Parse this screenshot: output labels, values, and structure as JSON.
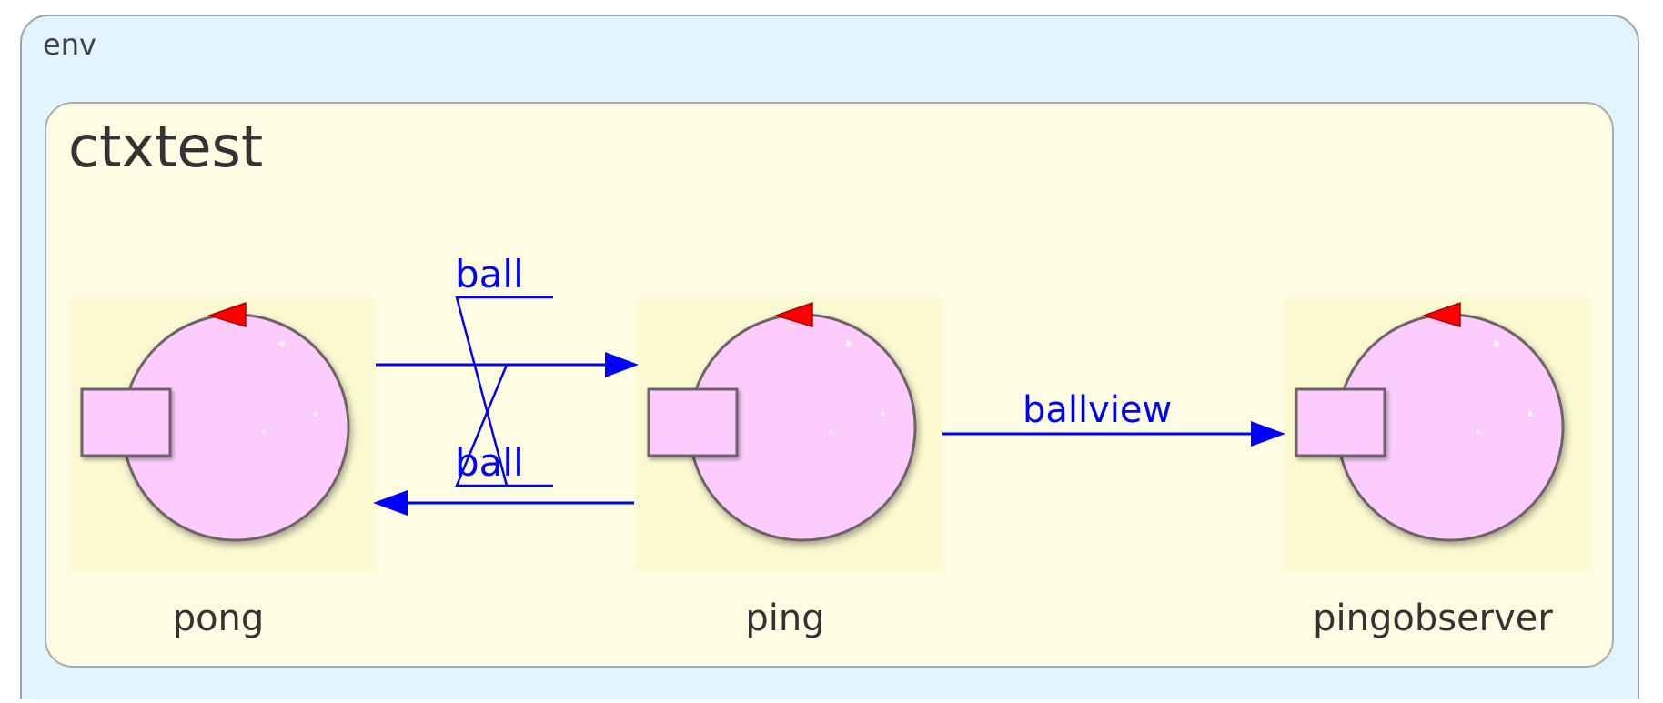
{
  "env": {
    "label": "env"
  },
  "context": {
    "label": "ctxtest"
  },
  "actors": [
    {
      "id": "pong",
      "label": "pong"
    },
    {
      "id": "ping",
      "label": "ping"
    },
    {
      "id": "pingobserver",
      "label": "pingobserver"
    }
  ],
  "channels": [
    {
      "id": "ball-forward",
      "label": "ball",
      "from": "pong",
      "to": "ping"
    },
    {
      "id": "ball-back",
      "label": "ball",
      "from": "ping",
      "to": "pong"
    },
    {
      "id": "ballview",
      "label": "ballview",
      "from": "ping",
      "to": "pingobserver"
    }
  ],
  "colors": {
    "env_fill": "#e2f4fd",
    "env_stroke": "#9aa6ae",
    "context_fill": "#fefde4",
    "context_stroke": "#a9acaa",
    "actor_bg": "#fbf9d0",
    "actor_fill": "#fdccfe",
    "actor_stroke": "#6e6468",
    "marker": "#ff0000",
    "channel": "#0000ff",
    "label_text": "#333333"
  },
  "icons": {
    "actor": "actor-circle-icon",
    "port": "port-box-icon",
    "marker": "direction-marker-icon"
  }
}
